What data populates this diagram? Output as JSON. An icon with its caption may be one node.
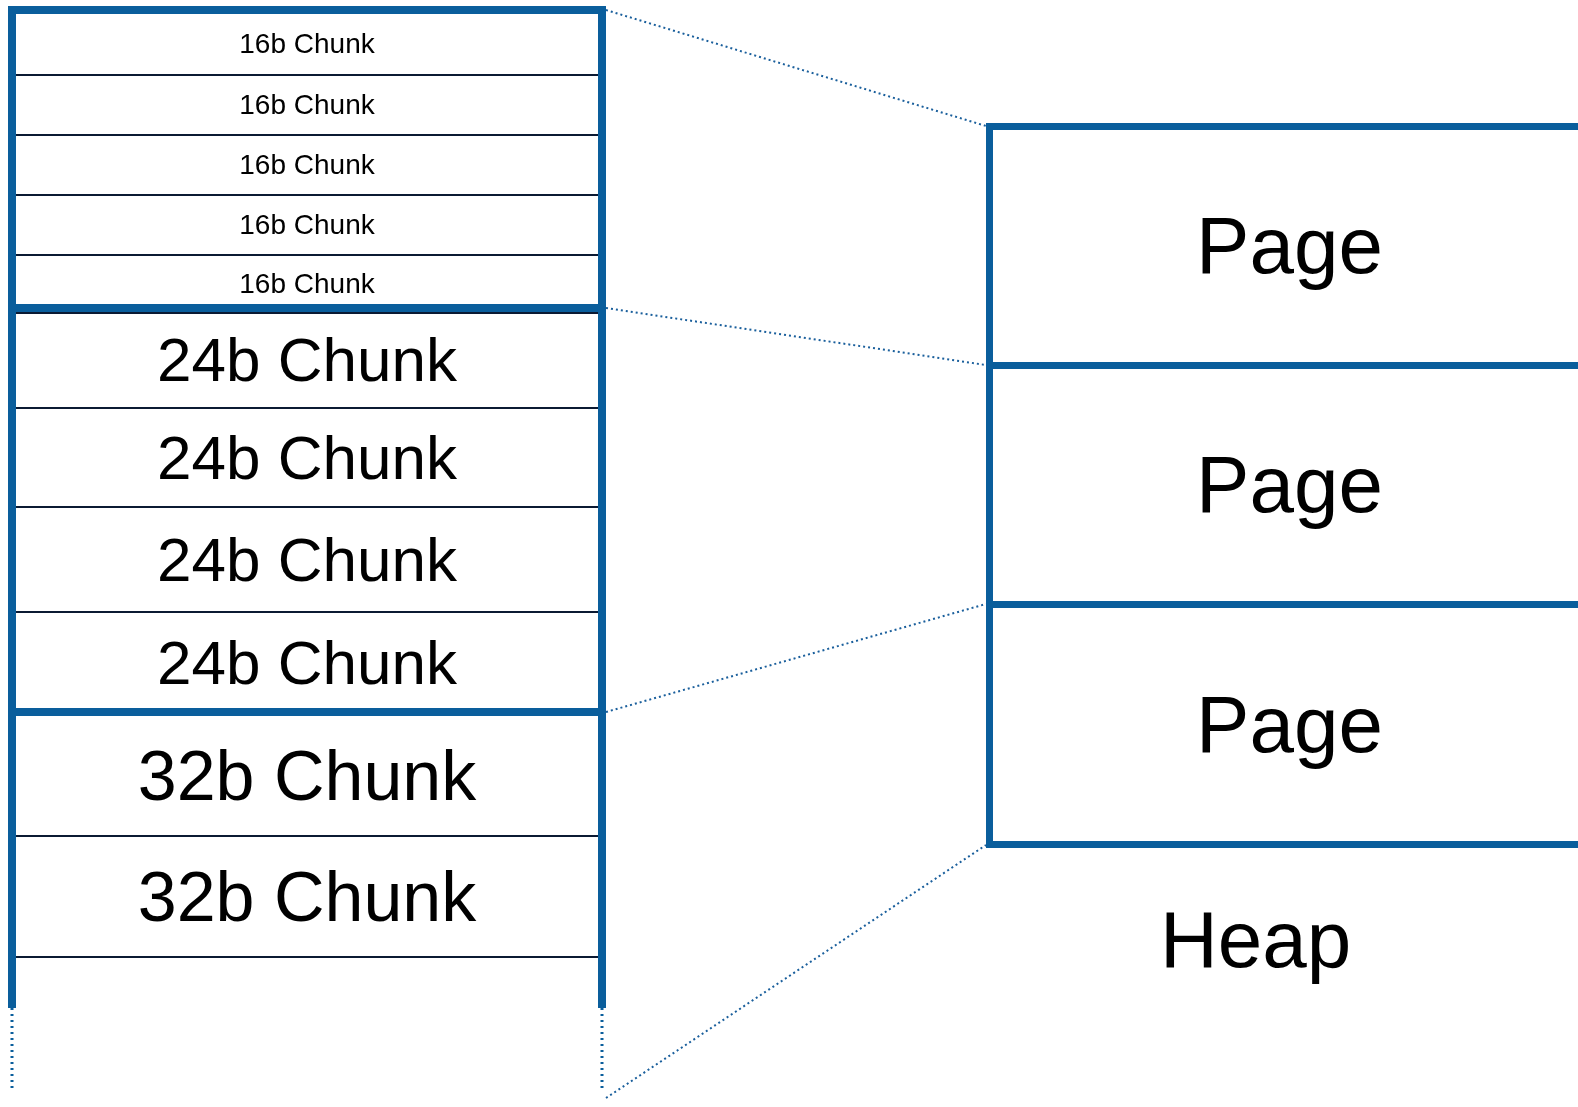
{
  "diagram": {
    "nodes": [
      {
        "text": [],
        "shape": "box"
      },
      {
        "text": [
          "16b Chunk"
        ],
        "in": 0
      },
      {
        "text": [
          "16b Chunk"
        ],
        "in": 0
      },
      {
        "text": [
          "16b Chunk"
        ],
        "in": 0
      },
      {
        "text": [
          "16b Chunk"
        ],
        "in": 0
      },
      {
        "text": [
          "16b Chunk"
        ],
        "in": 0
      },
      {
        "text": [],
        "shape": "box"
      },
      {
        "text": [
          "24b Chunk"
        ],
        "in": 6
      },
      {
        "text": [
          "24b Chunk"
        ],
        "in": 6
      },
      {
        "text": [
          "24b Chunk"
        ],
        "in": 6
      },
      {
        "text": [
          "24b Chunk"
        ],
        "in": 6
      },
      {
        "text": [],
        "shape": "box"
      },
      {
        "text": [
          "32b Chunk"
        ],
        "in": 11
      },
      {
        "text": [
          "32b Chunk"
        ],
        "in": 11
      },
      {
        "text": [
          "Page"
        ]
      },
      {
        "text": [
          "Page"
        ]
      },
      {
        "text": [
          "Page"
        ]
      }
    ],
    "edges": [
      {
        "from": 0,
        "to": 14,
        "arrow": "none",
        "style": "dashed"
      },
      {
        "from": 6,
        "to": 15,
        "arrow": "none",
        "style": "dashed"
      },
      {
        "from": 11,
        "to": 16,
        "arrow": "none",
        "style": "dashed"
      },
      {
        "from": 11,
        "to": 16,
        "arrow": "none",
        "style": "dashed"
      }
    ],
    "labels": [
      "Heap"
    ]
  }
}
